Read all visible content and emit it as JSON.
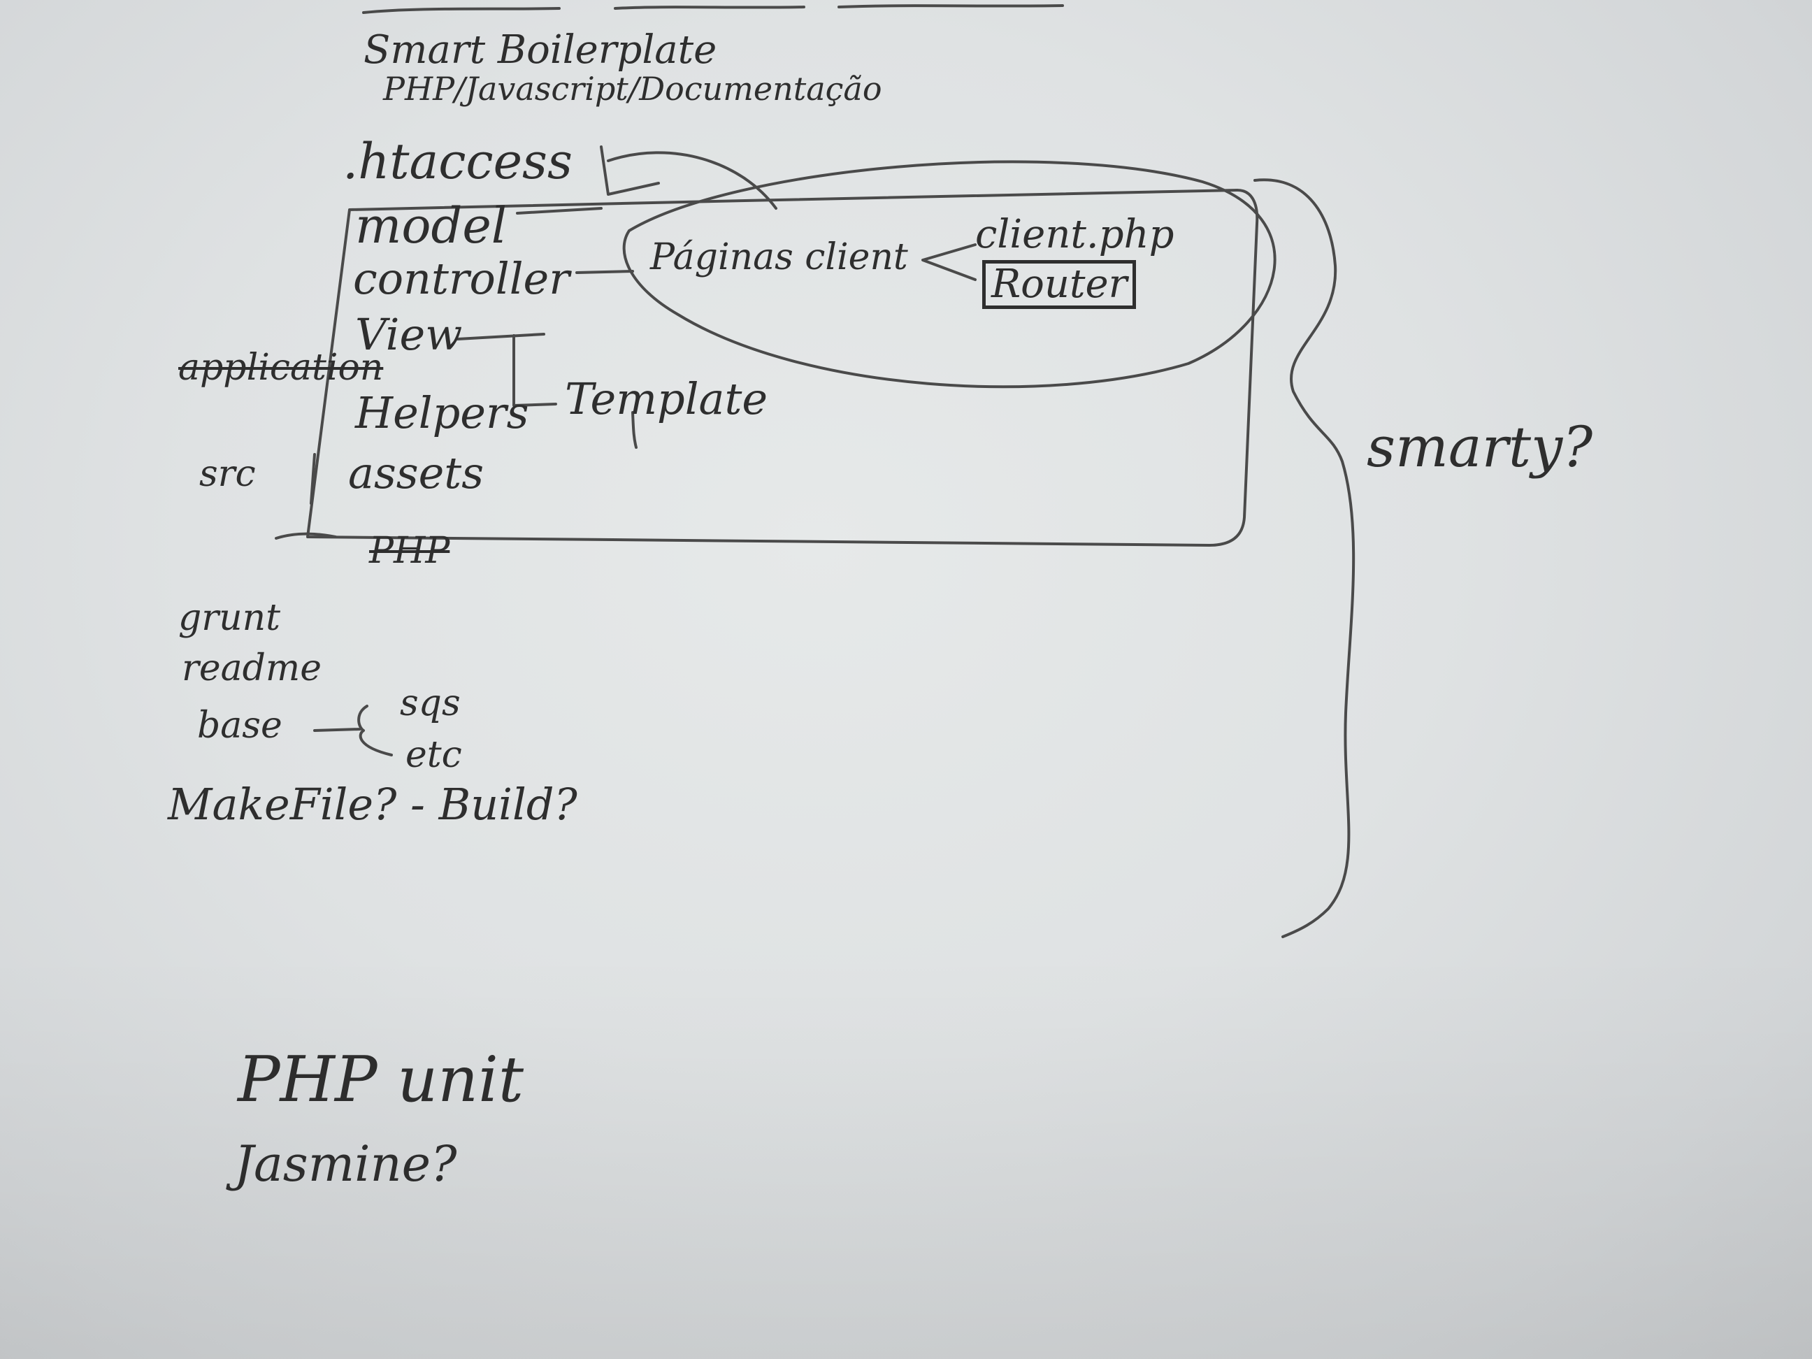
{
  "note": {
    "header_line": "Smart Boilerplate",
    "subheader_line": "PHP/Javascript/Documentação",
    "htaccess": ".htaccess",
    "model": "model",
    "controller": "controller",
    "view": "View",
    "helpers": "Helpers",
    "assets": "assets",
    "php": "PHP",
    "application_struck": "application",
    "src": "src",
    "paginas_client": "Páginas client",
    "client_php": "client.php",
    "router": "Router",
    "template": "Template",
    "smarty": "smarty?",
    "grunt": "grunt",
    "readme": "readme",
    "base": "base",
    "sqs": "sqs",
    "etc": "etc",
    "makefile": "MakeFile? - Build?",
    "php_unit": "PHP unit",
    "jasmine": "Jasmine?"
  }
}
